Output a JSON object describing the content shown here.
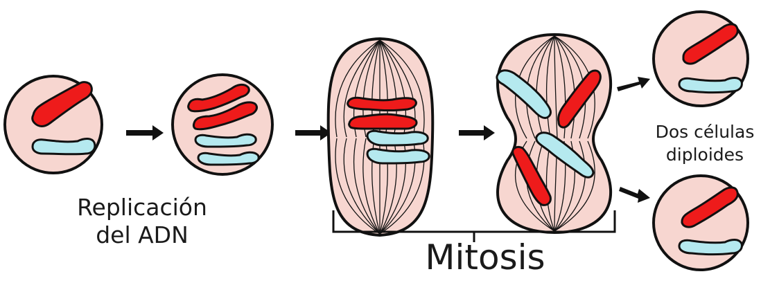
{
  "labels": {
    "replication_line1": "Replicación",
    "replication_line2": "del ADN",
    "mitosis": "Mitosis",
    "diploid_line1": "Dos células",
    "diploid_line2": "diploides"
  },
  "colors": {
    "cell_fill": "#f7d6d0",
    "outline": "#111111",
    "chromosome_maternal": "#ee1b1b",
    "chromosome_paternal": "#b5e9ef",
    "spindle": "#111111"
  },
  "icons": [
    "arrow-right-icon",
    "arrow-down-right-icon",
    "arrow-up-right-icon",
    "bracket-icon"
  ]
}
